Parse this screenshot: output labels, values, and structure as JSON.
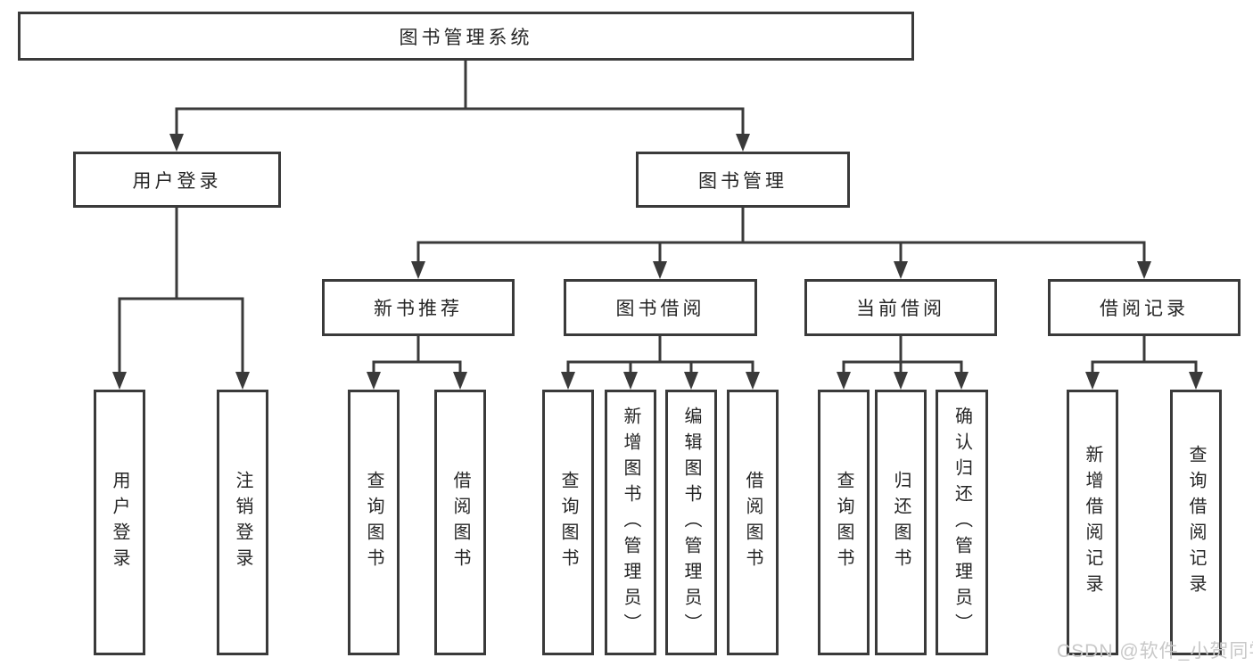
{
  "title": "图书管理系统",
  "tree": {
    "root": {
      "label": "图书管理系统"
    },
    "user_login": {
      "label": "用户登录",
      "children": {
        "login": {
          "label": "用户登录"
        },
        "logout": {
          "label": "注销登录"
        }
      }
    },
    "book_management": {
      "label": "图书管理",
      "branches": {
        "new_book_recommend": {
          "label": "新书推荐",
          "children": {
            "query_book": {
              "label": "查询图书"
            },
            "borrow_book": {
              "label": "借阅图书"
            }
          }
        },
        "book_borrow": {
          "label": "图书借阅",
          "children": {
            "query_book": {
              "label": "查询图书"
            },
            "add_book": {
              "label": "新增图书（管理员）"
            },
            "edit_book": {
              "label": "编辑图书（管理员）"
            },
            "borrow_book": {
              "label": "借阅图书"
            }
          }
        },
        "current_borrow": {
          "label": "当前借阅",
          "children": {
            "query_book": {
              "label": "查询图书"
            },
            "return_book": {
              "label": "归还图书"
            },
            "confirm_return": {
              "label": "确认归还（管理员）"
            }
          }
        },
        "borrow_record": {
          "label": "借阅记录",
          "children": {
            "add_record": {
              "label": "新增借阅记录"
            },
            "query_record": {
              "label": "查询借阅记录"
            }
          }
        }
      }
    }
  },
  "watermark": "CSDN @软件_小贺同学",
  "colors": {
    "line": "#3a3a3a",
    "text": "#262626",
    "watermark": "#c8c8c8",
    "background": "#ffffff"
  }
}
